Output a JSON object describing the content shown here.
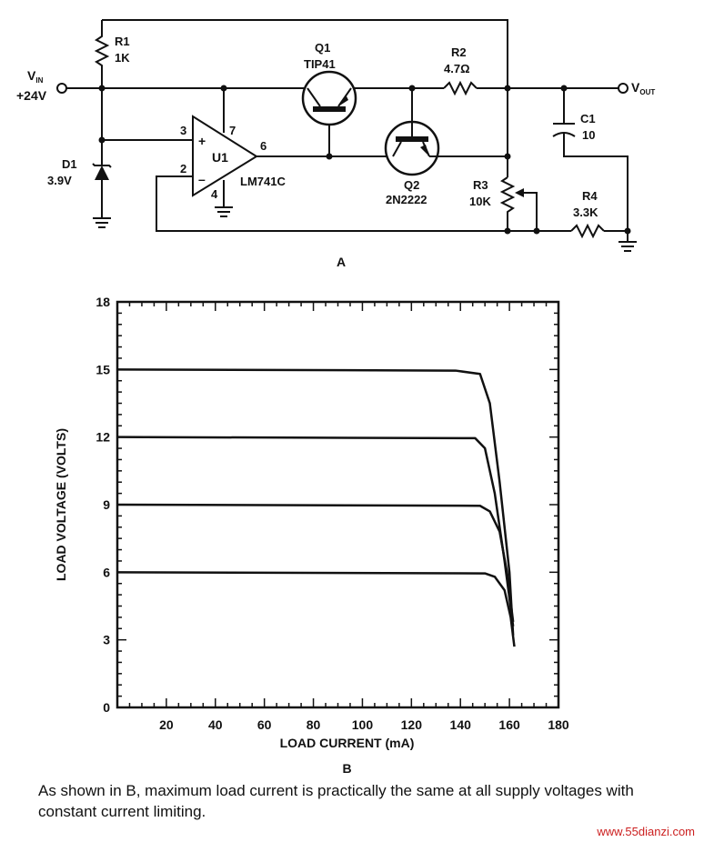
{
  "schematic": {
    "vin_label": "V",
    "vin_sub": "IN",
    "vin_value": "+24V",
    "vout_label": "V",
    "vout_sub": "OUT",
    "r1": {
      "name": "R1",
      "value": "1K"
    },
    "d1": {
      "name": "D1",
      "value": "3.9V"
    },
    "u1": {
      "name": "U1",
      "part": "LM741C",
      "pin2": "2",
      "pin3": "3",
      "pin4": "4",
      "pin6": "6",
      "pin7": "7",
      "plus": "+",
      "minus": "–"
    },
    "q1": {
      "name": "Q1",
      "part": "TIP41"
    },
    "q2": {
      "name": "Q2",
      "part": "2N2222"
    },
    "r2": {
      "name": "R2",
      "value": "4.7Ω"
    },
    "r3": {
      "name": "R3",
      "value": "10K"
    },
    "r4": {
      "name": "R4",
      "value": "3.3K"
    },
    "c1": {
      "name": "C1",
      "value": "10"
    },
    "panel_label": "A"
  },
  "chart_data": {
    "type": "line",
    "panel_label": "B",
    "xlabel": "LOAD CURRENT (mA)",
    "ylabel": "LOAD VOLTAGE (VOLTS)",
    "xlim": [
      0,
      180
    ],
    "ylim": [
      0,
      18
    ],
    "xticks": [
      20,
      40,
      60,
      80,
      100,
      120,
      140,
      160,
      180
    ],
    "yticks": [
      0,
      3,
      6,
      9,
      12,
      15,
      18
    ],
    "grid": false,
    "series": [
      {
        "x": [
          0,
          138,
          148,
          152,
          156,
          160,
          161.5
        ],
        "y": [
          15,
          14.95,
          14.8,
          13.5,
          10,
          6,
          3.2
        ]
      },
      {
        "x": [
          0,
          146,
          150,
          154,
          158,
          161.5
        ],
        "y": [
          12,
          11.95,
          11.5,
          9.5,
          6.5,
          3.6
        ]
      },
      {
        "x": [
          0,
          148,
          152,
          156,
          159,
          161.5
        ],
        "y": [
          9,
          8.95,
          8.7,
          7.8,
          6,
          3.8
        ]
      },
      {
        "x": [
          0,
          150,
          154,
          158,
          160.5,
          162
        ],
        "y": [
          6,
          5.95,
          5.8,
          5.2,
          4,
          2.7
        ]
      }
    ]
  },
  "caption": "As shown in B, maximum load current is practically the same at all supply voltages with constant current limiting.",
  "watermark": "www.55dianzi.com"
}
